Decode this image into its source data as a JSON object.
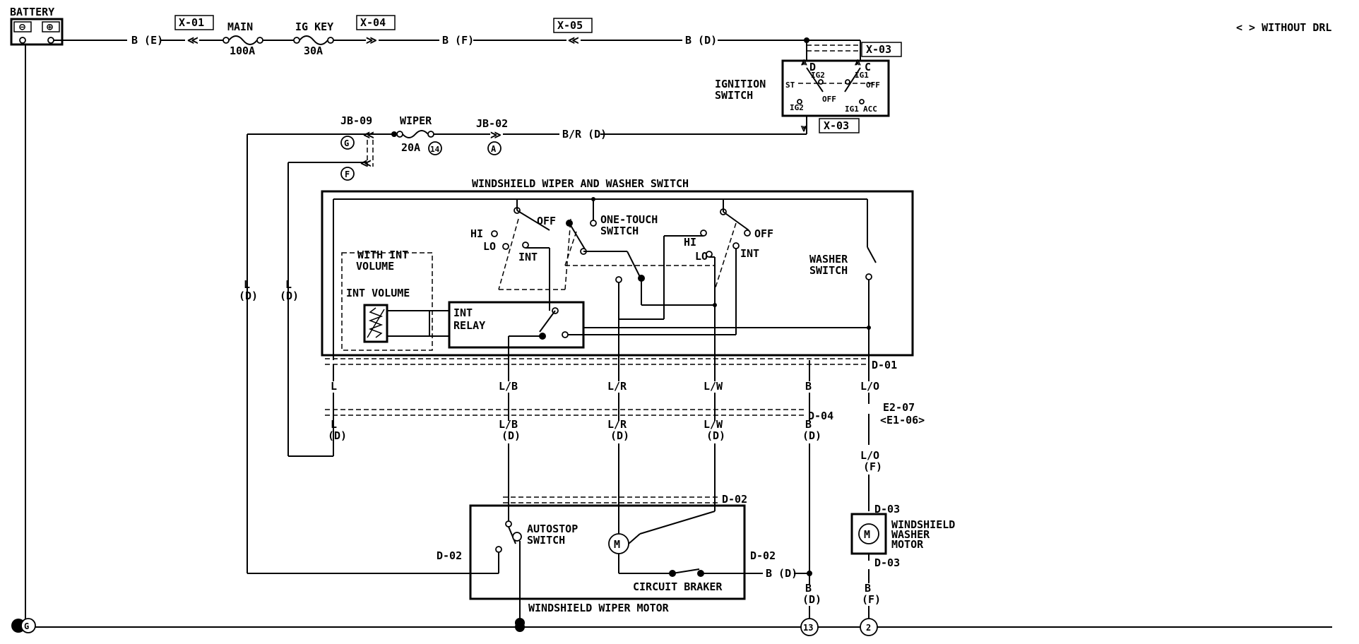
{
  "legend": {
    "without_drl": "< > WITHOUT DRL"
  },
  "battery": {
    "label": "BATTERY"
  },
  "fuses": {
    "main": {
      "name": "MAIN",
      "rating": "100A"
    },
    "ig_key": {
      "name": "IG KEY",
      "rating": "30A"
    },
    "wiper": {
      "name": "WIPER",
      "rating": "20A",
      "number": "14"
    }
  },
  "connectors": {
    "x01": "X-01",
    "x04": "X-04",
    "x05": "X-05",
    "x03_top": "X-03",
    "x03_bottom": "X-03",
    "jb09": "JB-09",
    "jb02": "JB-02",
    "jb09_pin_g": "G",
    "jb09_pin_f": "F",
    "jb02_pin_a": "A",
    "d01": "D-01",
    "d04": "D-04",
    "d02_top": "D-02",
    "d02_left": "D-02",
    "d02_right": "D-02",
    "d03_top": "D-03",
    "d03_bottom": "D-03",
    "e2_07": "E2-07",
    "e1_06": "<E1-06>"
  },
  "wires": {
    "battery_out": "B (E)",
    "ig_out": "B (F)",
    "to_ign": "B (D)",
    "wiper_feed": "B/R (D)",
    "l_top": "L",
    "l_d": "(D)",
    "l_left_1": "L",
    "l_left_2": "L",
    "lb": "L/B",
    "lr": "L/R",
    "lw": "L/W",
    "b": "B",
    "lo": "L/O",
    "lb_lower": "L/B",
    "lr_lower": "L/R",
    "lw_lower": "L/W",
    "b_lower": "B",
    "lo_lower": "L/O",
    "d_suffix": "(D)",
    "f_suffix": "(F)",
    "cb_out": "B (D)",
    "b_ground_13": "B",
    "b_ground_2": "B"
  },
  "ignition_switch": {
    "label_1": "IGNITION",
    "label_2": "SWITCH",
    "terminals": [
      "ST",
      "IG2",
      "OFF",
      "IG2",
      "IG1",
      "OFF",
      "IG1",
      "ACC"
    ],
    "pin_d": "D",
    "pin_c": "C"
  },
  "wiper_switch": {
    "title": "WINDSHIELD WIPER AND WASHER SWITCH",
    "with_int_1": "WITH INT",
    "with_int_2": "VOLUME",
    "int_volume": "INT VOLUME",
    "int_relay_1": "INT",
    "int_relay_2": "RELAY",
    "hi": "HI",
    "lo": "LO",
    "off": "OFF",
    "int": "INT",
    "one_touch_1": "ONE-TOUCH",
    "one_touch_2": "SWITCH",
    "washer_1": "WASHER",
    "washer_2": "SWITCH"
  },
  "wiper_motor": {
    "title": "WINDSHIELD WIPER MOTOR",
    "autostop_1": "AUTOSTOP",
    "autostop_2": "SWITCH",
    "breaker": "CIRCUIT BRAKER",
    "motor_symbol": "M"
  },
  "washer_motor": {
    "label_1": "WINDSHIELD",
    "label_2": "WASHER",
    "label_3": "MOTOR",
    "motor_symbol": "M"
  },
  "grounds": {
    "g": "G",
    "g13": "13",
    "g2": "2"
  }
}
